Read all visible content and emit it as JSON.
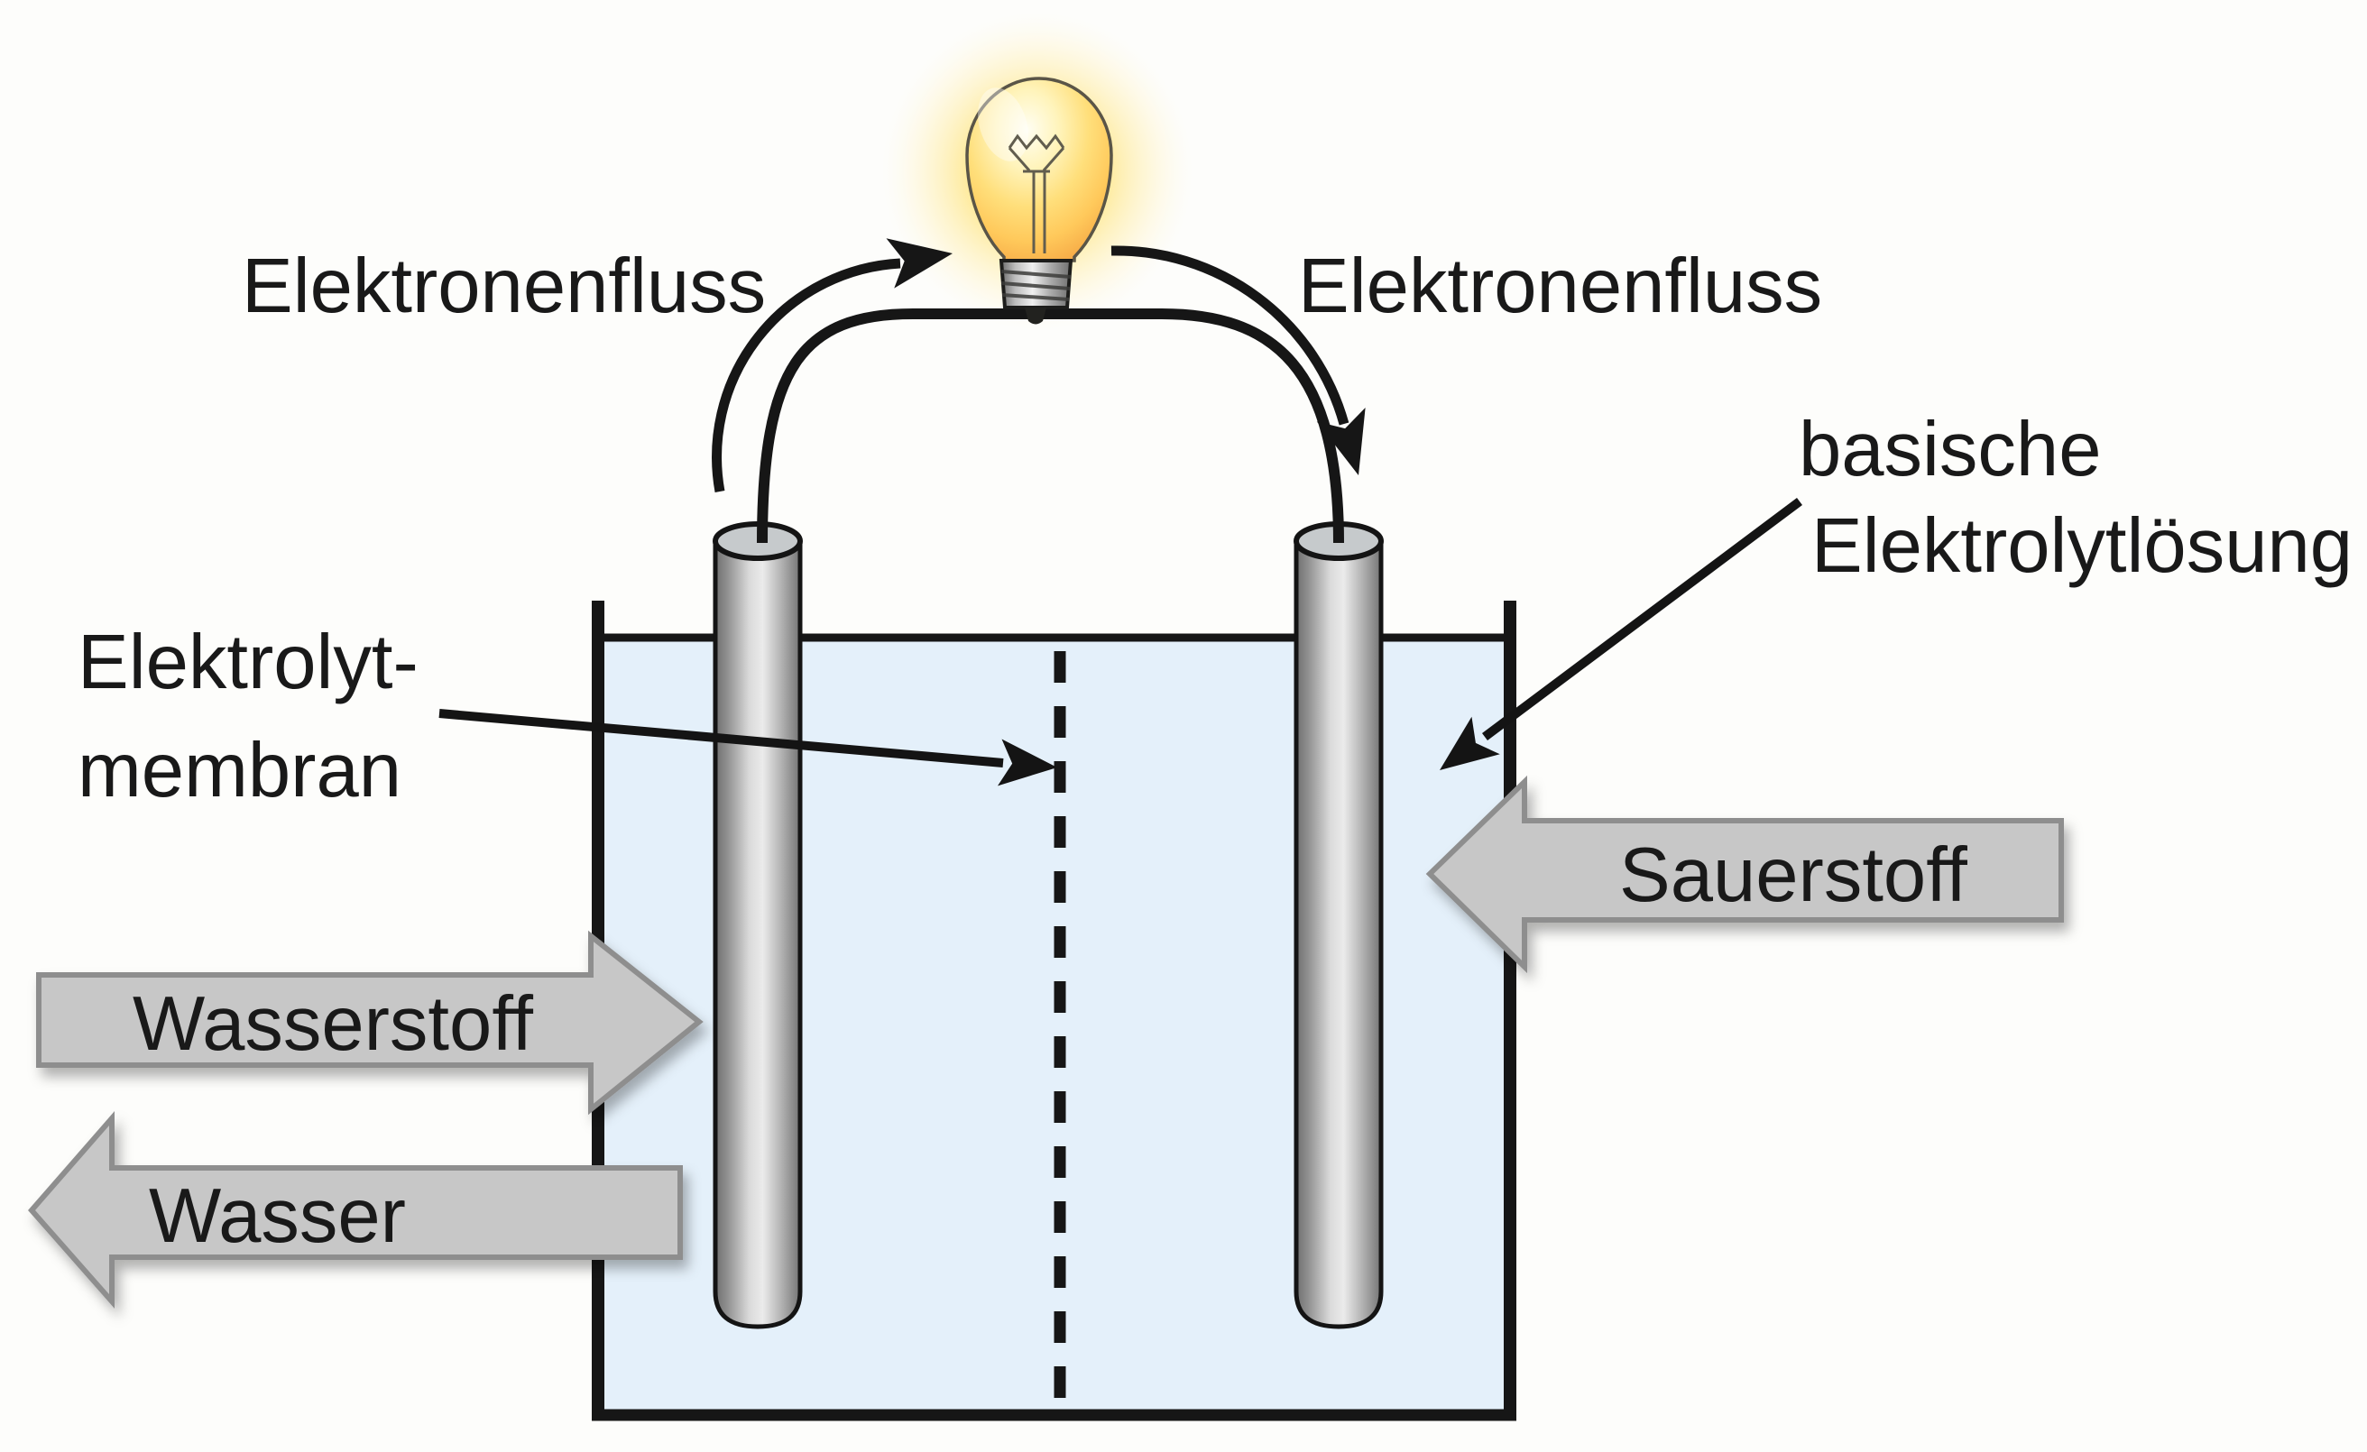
{
  "diagram": {
    "labels": {
      "electron_flow_left": "Elektronenfluss",
      "electron_flow_right": "Elektronenfluss",
      "basic_electrolyte_line1": "basische",
      "basic_electrolyte_line2": "Elektrolytlösung",
      "membrane_line1": "Elektrolyt-",
      "membrane_line2": "membran",
      "hydrogen": "Wasserstoff",
      "water": "Wasser",
      "oxygen": "Sauerstoff"
    },
    "icons": {
      "bulb": "light-bulb-icon"
    },
    "colors": {
      "background": "#fdfdfb",
      "solution_fill": "#e4f0fa",
      "outline_black": "#161616",
      "flow_arrow_fill": "#c7c7c7",
      "flow_arrow_border": "#8e8e8e",
      "electrode_gray": "#d8d8d8",
      "bulb_glow_yellow": "#ffe47a",
      "bulb_glass_yellow": "#ffd96e",
      "bulb_base_gray": "#bdbdbd"
    }
  }
}
